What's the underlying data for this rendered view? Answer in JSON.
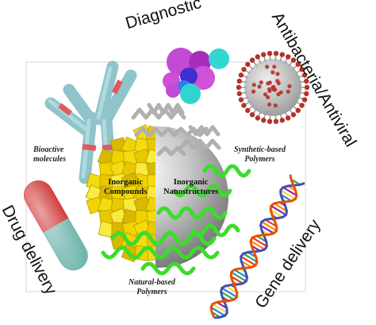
{
  "outer_labels": {
    "diagnostic": "Diagnostic",
    "antibacterial": "Antibacteria/Antiviral",
    "drug_delivery": "Drug delivery",
    "gene_delivery": "Gene delivery"
  },
  "inner_labels": {
    "bioactive": [
      "Bioactive",
      "molecules"
    ],
    "synthetic": [
      "Synthetic-based",
      "Polymers"
    ],
    "natural": [
      "Natural-based",
      "Polymers"
    ]
  },
  "core_labels": {
    "inorganic_compounds": [
      "Inorganic",
      "Compounds"
    ],
    "inorganic_nanostructures": [
      "Inorganic",
      "Nanostructures"
    ]
  },
  "colors": {
    "frame": "#e8e8e8",
    "compounds": "#f0d800",
    "nanostructure": "#a8a8a8",
    "natural_polymer": "#3ddb2e",
    "synthetic_polymer": "#b3b3b3",
    "antibody": "#9dd0d6",
    "antibody_band": "#e0585a",
    "virus_spike": "#b5322a",
    "virus_body": "#c8c8c8",
    "capsule_red": "#cf2f2f",
    "capsule_teal": "#6fb6ad",
    "balls": [
      "#c24bd6",
      "#a028b8",
      "#d04fd6",
      "#3a2ccf",
      "#2f7ef0",
      "#33d3d0",
      "#4fe3e0"
    ]
  },
  "icons": [
    "antibody-icon",
    "molecule-cluster-icon",
    "virus-icon",
    "capsule-icon",
    "dna-helix-icon",
    "nanoparticle-core-icon"
  ]
}
